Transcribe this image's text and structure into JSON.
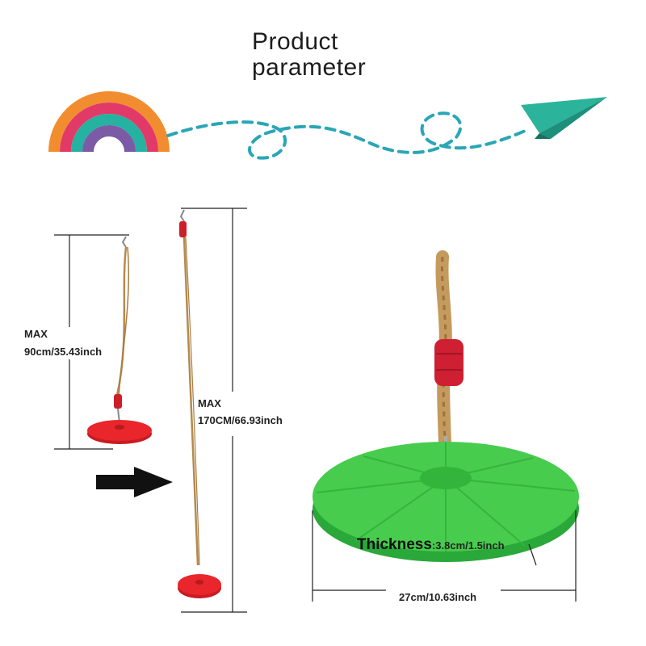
{
  "header": {
    "title_line1": "Product",
    "title_line2": "parameter"
  },
  "icons": {
    "rainbow": "rainbow-icon",
    "plane": "paper-plane-icon",
    "arrow": "arrow-right-icon"
  },
  "colors": {
    "rainbow": [
      "#f28d2f",
      "#e23a68",
      "#25b2a0",
      "#7b5aa6"
    ],
    "path": "#2aa6b6",
    "plane": "#2bb39b",
    "seat_small": "#e8262b",
    "seat_large": "#3fc848",
    "rope": "#b58a4d"
  },
  "dimensions": {
    "short": {
      "max_label": "MAX",
      "value": "90cm/35.43inch"
    },
    "long": {
      "max_label": "MAX",
      "value": "170CM/66.93inch"
    },
    "thickness": {
      "label": "Thickness",
      "value": ":3.8cm/1.5inch"
    },
    "diameter": {
      "value": "27cm/10.63inch"
    }
  }
}
